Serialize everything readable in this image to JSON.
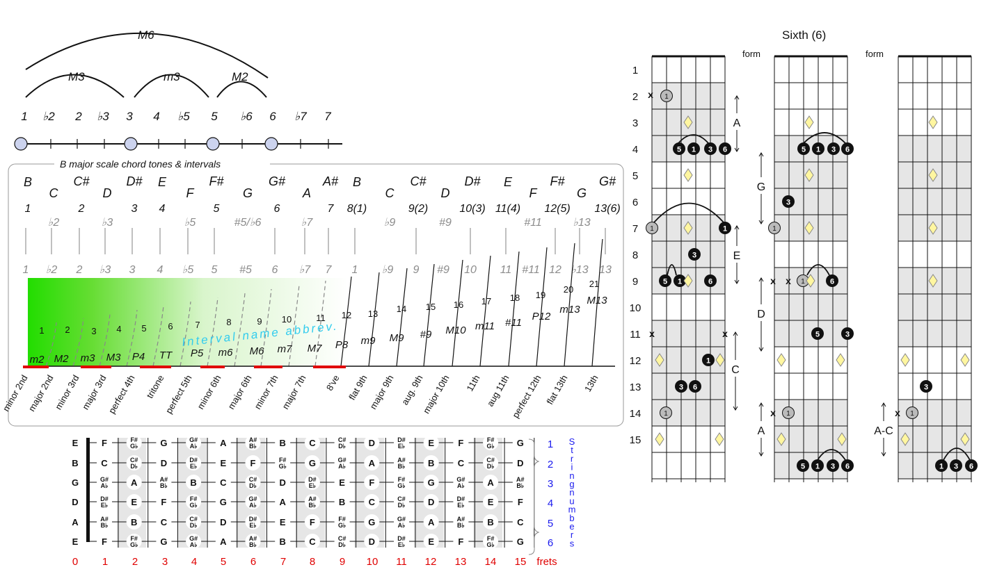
{
  "scale_arcs": {
    "m6_label": "M6",
    "m3_label": "M3",
    "m3b_label": "m3",
    "m2_label": "M2"
  },
  "top_degrees": [
    "1",
    "♭2",
    "2",
    "♭3",
    "3",
    "4",
    "♭5",
    "5",
    "♭6",
    "6",
    "♭7",
    "7"
  ],
  "box_title": "B major scale chord tones & intervals",
  "notes_row": [
    "B",
    "C",
    "C#",
    "D",
    "D#",
    "E",
    "F",
    "F#",
    "G",
    "G#",
    "A",
    "A#",
    "B",
    "C",
    "C#",
    "D",
    "D#",
    "E",
    "F",
    "F#",
    "G",
    "G#"
  ],
  "degree_row": [
    "1",
    "♭2",
    "2",
    "♭3",
    "3",
    "4",
    "♭5",
    "5",
    "#5/♭6",
    "6",
    "♭7",
    "7",
    "8(1)",
    "♭9",
    "9(2)",
    "#9",
    "10(3)",
    "11(4)",
    "#11",
    "12(5)",
    "♭13",
    "13(6)"
  ],
  "bottom_degrees": [
    "1",
    "♭2",
    "2",
    "♭3",
    "3",
    "4",
    "♭5",
    "5",
    "#5",
    "6",
    "♭7",
    "7",
    "1",
    "♭9",
    "9",
    "#9",
    "10",
    "11",
    "#11",
    "12",
    "♭13",
    "13"
  ],
  "semitones": [
    "1",
    "2",
    "3",
    "4",
    "5",
    "6",
    "7",
    "8",
    "9",
    "10",
    "11",
    "12",
    "13",
    "14",
    "15",
    "16",
    "17",
    "18",
    "19",
    "20",
    "21"
  ],
  "abbrevs": [
    "m2",
    "M2",
    "m3",
    "M3",
    "P4",
    "TT",
    "P5",
    "m6",
    "M6",
    "m7",
    "M7",
    "P8",
    "m9",
    "M9",
    "#9",
    "M10",
    "m11",
    "#11",
    "P12",
    "m13",
    "M13"
  ],
  "interval_names": [
    "minor 2nd",
    "major 2nd",
    "minor 3rd",
    "major 3rd",
    "perfect 4th",
    "tritone",
    "perfect 5th",
    "minor 6th",
    "major 6th",
    "minor 7th",
    "major 7th",
    "8've",
    "flat 9th",
    "major 9th",
    "aug. 9th",
    "major 10th",
    "11th",
    "aug 11th",
    "perfect 12th",
    "flat 13th",
    "13th"
  ],
  "abbrev_caption": "Interval name abbrev.",
  "fretboard": {
    "open_strings": [
      "E",
      "B",
      "G",
      "D",
      "A",
      "E"
    ],
    "rows": [
      [
        "F",
        "F#/G♭",
        "G",
        "G#/A♭",
        "A",
        "A#/B♭",
        "B",
        "C",
        "C#/D♭",
        "D",
        "D#/E♭",
        "E",
        "F",
        "F#/G♭",
        "G"
      ],
      [
        "C",
        "C#/D♭",
        "D",
        "D#/E♭",
        "E",
        "F",
        "F#/G♭",
        "G",
        "G#/A♭",
        "A",
        "A#/B♭",
        "B",
        "C",
        "C#/D♭",
        "D"
      ],
      [
        "G#/A♭",
        "A",
        "A#/B♭",
        "B",
        "C",
        "C#/D♭",
        "D",
        "D#/E♭",
        "E",
        "F",
        "F#/G♭",
        "G",
        "G#/A♭",
        "A",
        "A#/B♭"
      ],
      [
        "D#/E♭",
        "E",
        "F",
        "F#/G♭",
        "G",
        "G#/A♭",
        "A",
        "A#/B♭",
        "B",
        "C",
        "C#/D♭",
        "D",
        "D#/E♭",
        "E",
        "F"
      ],
      [
        "A#/B♭",
        "B",
        "C",
        "C#/D♭",
        "D",
        "D#/E♭",
        "E",
        "F",
        "F#/G♭",
        "G",
        "G#/A♭",
        "A",
        "A#/B♭",
        "B",
        "C"
      ],
      [
        "F",
        "F#/G♭",
        "G",
        "G#/A♭",
        "A",
        "A#/B♭",
        "B",
        "C",
        "C#/D♭",
        "D",
        "D#/E♭",
        "E",
        "F",
        "F#/G♭",
        "G"
      ]
    ],
    "string_numbers": [
      "1",
      "2",
      "3",
      "4",
      "5",
      "6"
    ],
    "string_caption": "String numbers",
    "fret_numbers": [
      "0",
      "1",
      "2",
      "3",
      "4",
      "5",
      "6",
      "7",
      "8",
      "9",
      "10",
      "11",
      "12",
      "13",
      "14",
      "15"
    ],
    "frets_label": "frets"
  },
  "right_title": "Sixth (6)",
  "form_label": "form",
  "fret_rows": [
    "1",
    "2",
    "3",
    "4",
    "5",
    "6",
    "7",
    "8",
    "9",
    "10",
    "11",
    "12",
    "13",
    "14",
    "15"
  ],
  "form_labels": [
    "A",
    "G",
    "E",
    "D",
    "C",
    "A",
    "A-C"
  ],
  "mute_mark": "x",
  "colors": {
    "green": "#33dd00",
    "red": "#e00000",
    "blue": "#1a1aee",
    "cyan": "#33ccee",
    "diamond": "#fff6a0",
    "shade": "#e6e6e6"
  }
}
